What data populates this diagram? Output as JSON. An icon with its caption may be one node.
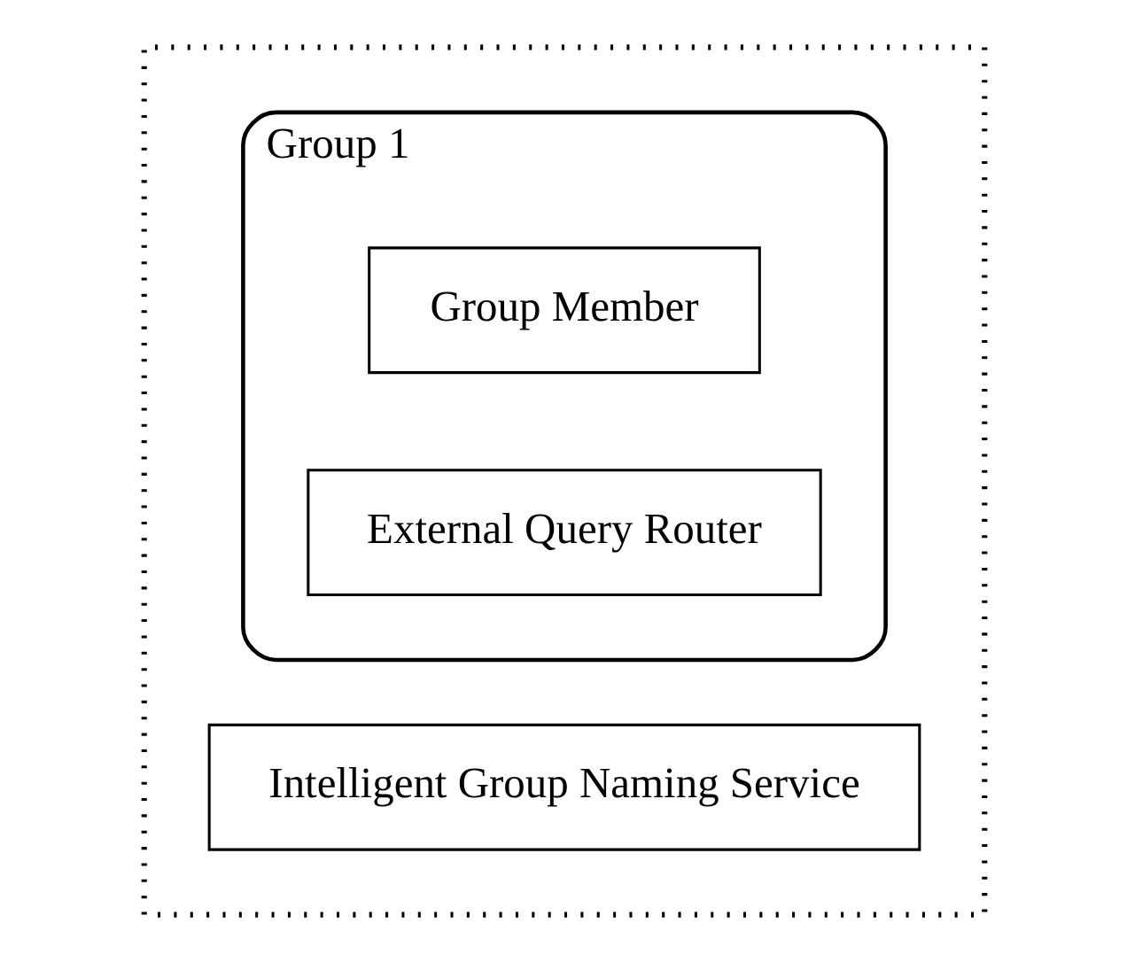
{
  "diagram": {
    "nodes": [
      {
        "text": [],
        "shape": "box"
      },
      {
        "text": [
          "Intelligent Group Naming Service"
        ],
        "in": 0
      },
      {
        "text": [
          "Group 1"
        ],
        "in": 0
      },
      {
        "text": [
          "Group Member"
        ],
        "in": 2
      },
      {
        "text": [
          "External Query Router"
        ],
        "in": 2
      }
    ]
  }
}
